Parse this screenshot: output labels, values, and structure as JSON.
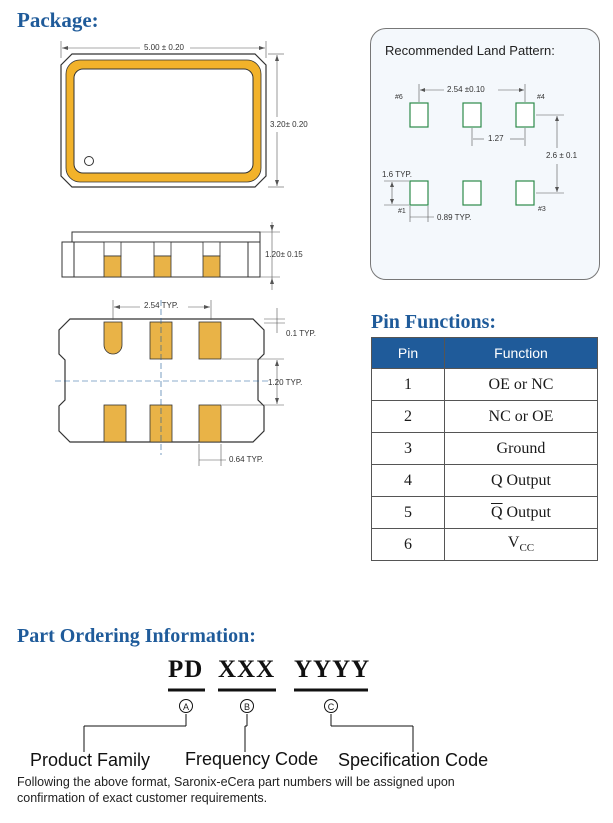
{
  "package": {
    "heading": "Package:",
    "top_view": {
      "width_dim": "5.00 ± 0.20",
      "height_dim": "3.20± 0.20"
    },
    "side_view": {
      "height_dim": "1.20± 0.15"
    },
    "bottom_view": {
      "pitch_dim": "2.54  TYP.",
      "gap_dim": "0.1  TYP.",
      "pad_height_dim": "1.20  TYP.",
      "pad_width_dim": "0.64  TYP."
    }
  },
  "land_pattern": {
    "title": "Recommended Land Pattern:",
    "pitch_dim": "2.54 ±0.10",
    "half_pitch_dim": "1.27",
    "row_spacing_dim": "2.6 ± 0.1",
    "pad_height_dim": "1.6  TYP.",
    "pad_width_dim": "0.89  TYP.",
    "pin_labels": {
      "p6": "#6",
      "p4": "#4",
      "p1": "#1",
      "p3": "#3"
    }
  },
  "pin_functions": {
    "heading": "Pin Functions:",
    "headers": {
      "pin": "Pin",
      "function": "Function"
    },
    "rows": [
      {
        "pin": "1",
        "function": "OE or NC"
      },
      {
        "pin": "2",
        "function": "NC or OE"
      },
      {
        "pin": "3",
        "function": "Ground"
      },
      {
        "pin": "4",
        "function": "Q Output"
      },
      {
        "pin": "5",
        "function_overline": "Q",
        "function_rest": " Output"
      },
      {
        "pin": "6",
        "function_base": "V",
        "function_sub": "CC"
      }
    ]
  },
  "ordering": {
    "heading": "Part Ordering Information:",
    "code_a": "PD",
    "code_b": "XXX",
    "code_c": "YYYY",
    "marker_a": "A",
    "marker_b": "B",
    "marker_c": "C",
    "label_a": "Product Family",
    "label_b": "Frequency Code",
    "label_c": "Specification Code",
    "note_line1": "Following the above format, Saronix-eCera part numbers will be assigned upon",
    "note_line2": "confirmation of exact customer requirements."
  }
}
